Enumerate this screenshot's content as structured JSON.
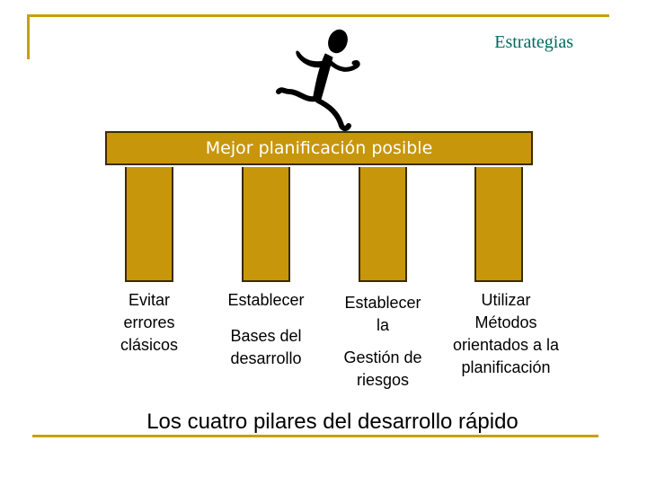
{
  "header": {
    "title": "Estrategias"
  },
  "beam": {
    "label": "Mejor planificación posible"
  },
  "pillars": [
    {
      "text": "Evitar\nerrores\nclásicos"
    },
    {
      "text_top": "Establecer",
      "text_bottom": "Bases del\ndesarrollo"
    },
    {
      "text_top": "Establecer\nla",
      "text_bottom": "Gestión de\nriesgos"
    },
    {
      "text": "Utilizar\nMétodos\norientados a la\nplanificación"
    }
  ],
  "footer": {
    "caption": "Los cuatro pilares del desarrollo rápido"
  },
  "colors": {
    "accent": "#c8960a",
    "rule": "#c8a000",
    "title": "#006b5f"
  },
  "icons": {
    "runner": "running-man-icon"
  }
}
